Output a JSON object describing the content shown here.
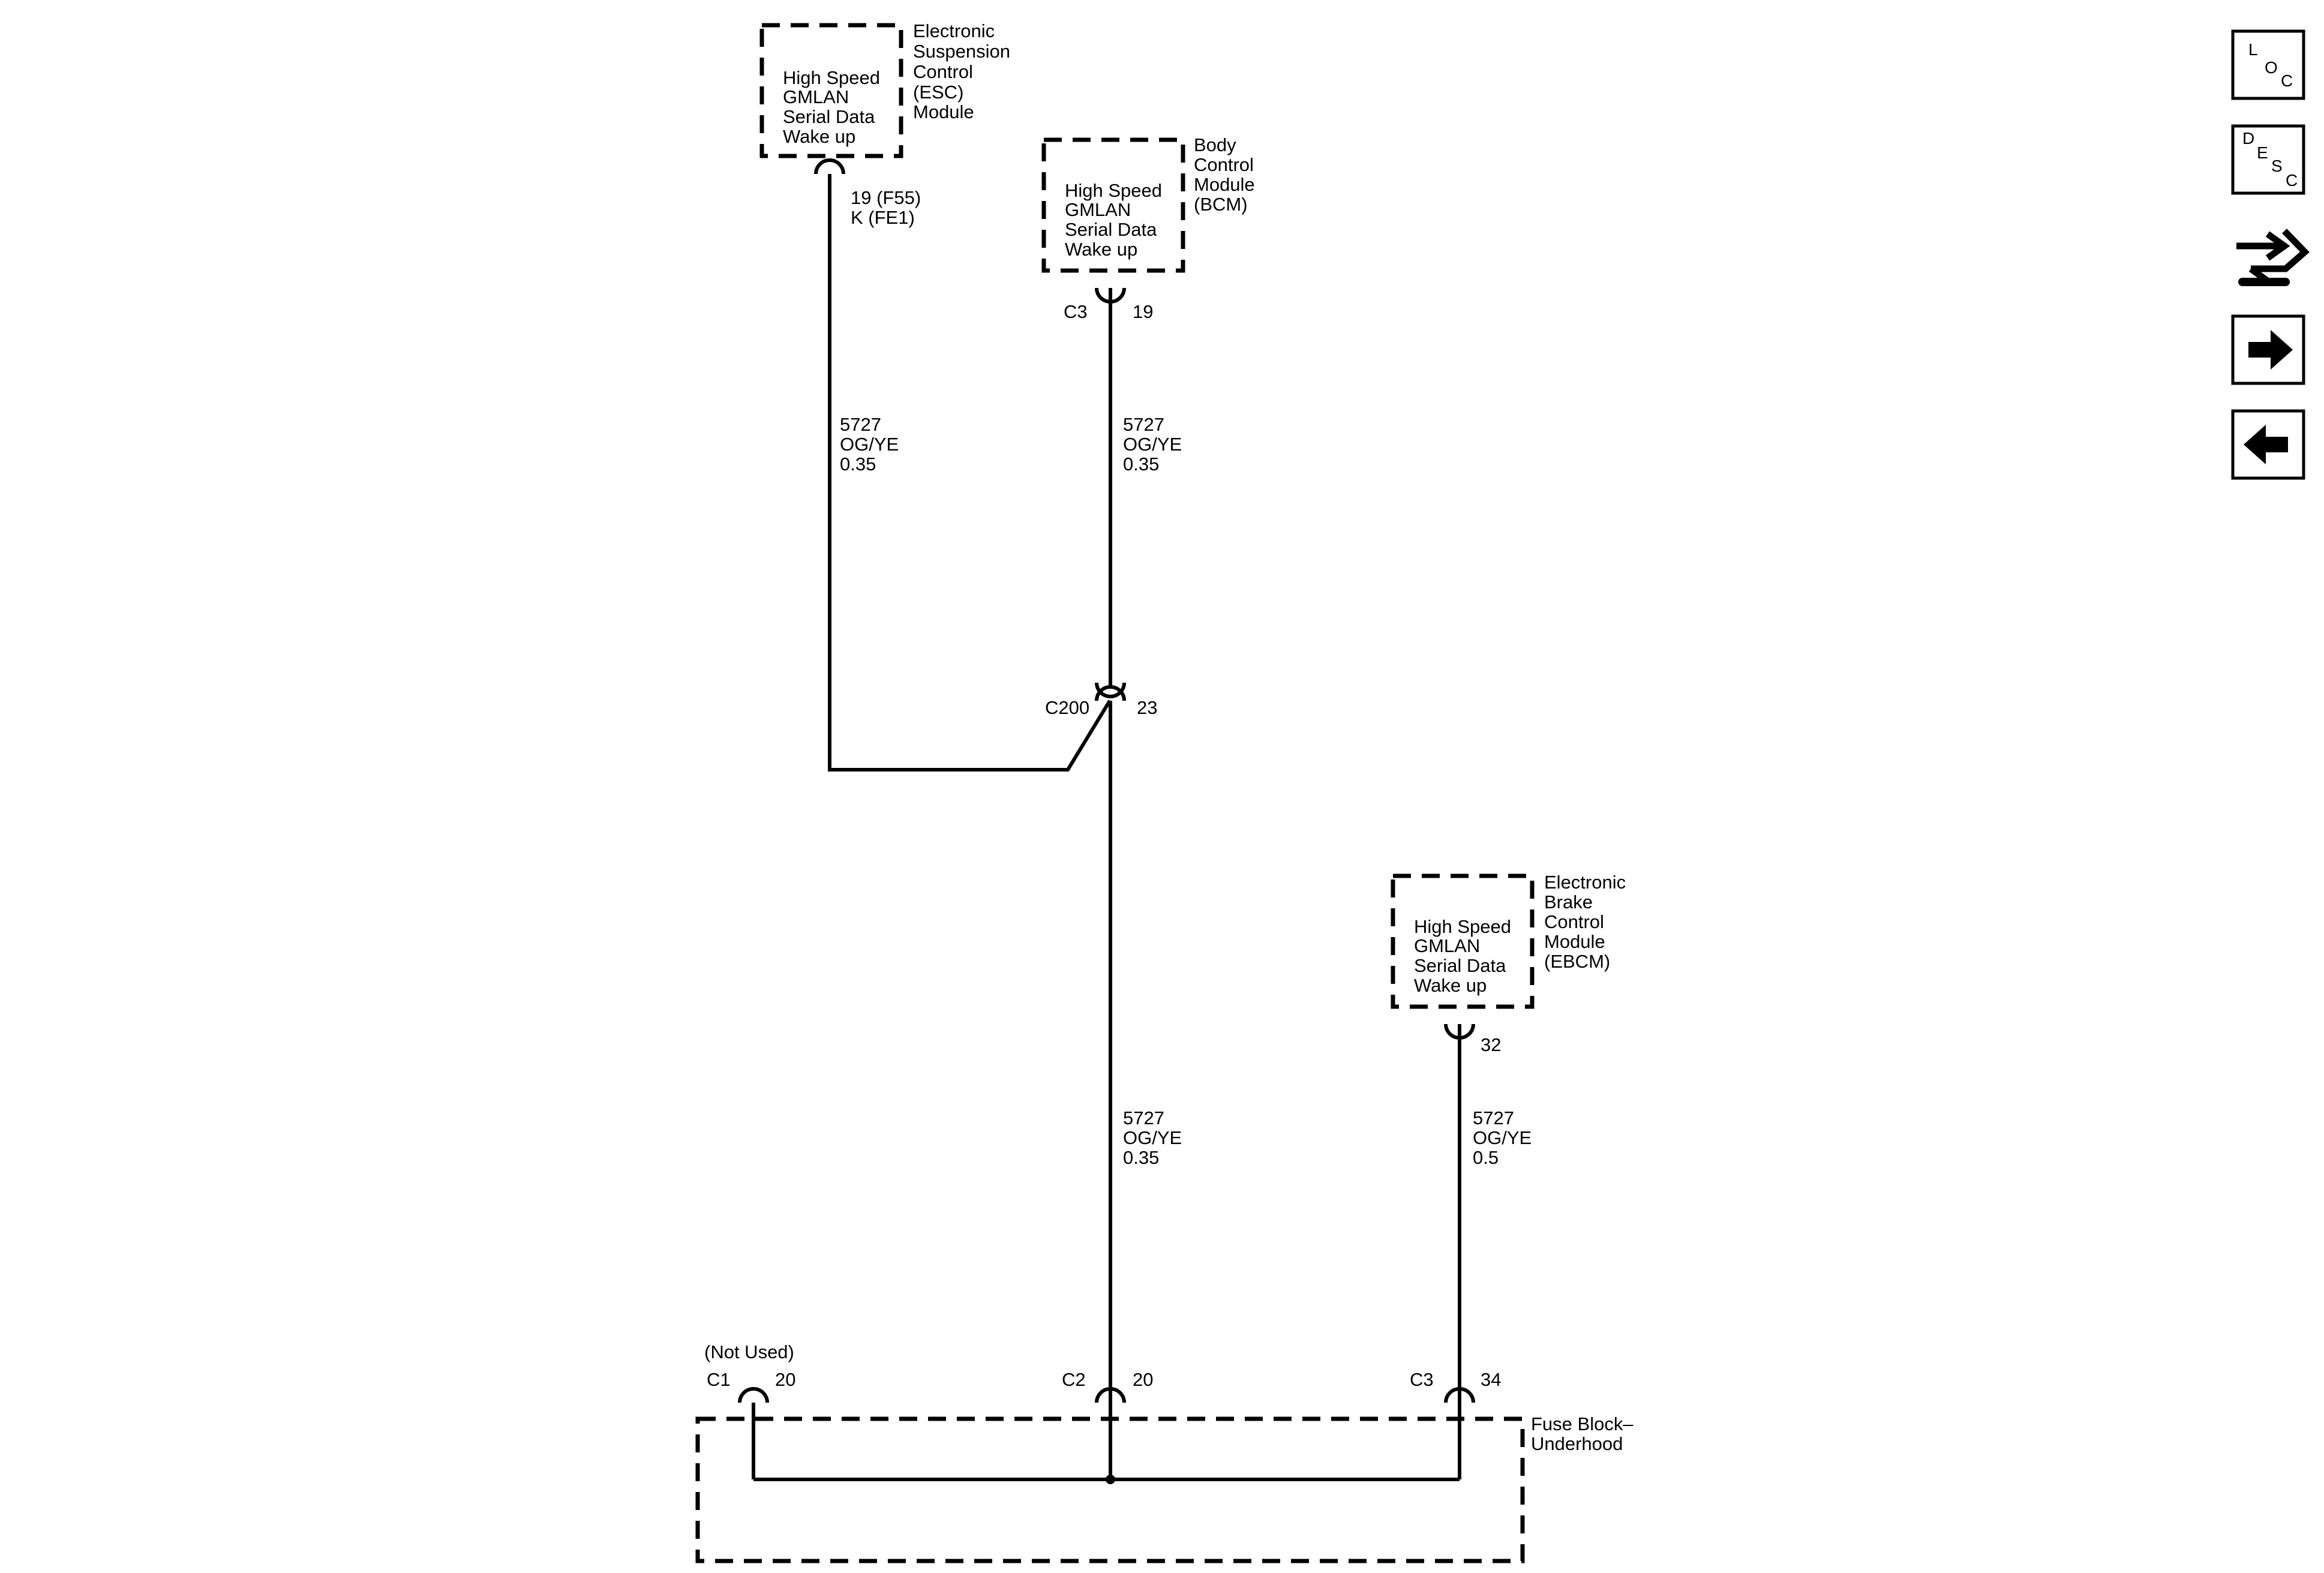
{
  "modules": {
    "esc": {
      "signal": [
        "High Speed",
        "GMLAN",
        "Serial Data",
        "Wake up"
      ],
      "name": [
        "Electronic",
        "Suspension",
        "Control",
        "(ESC)",
        "Module"
      ],
      "pin": [
        "19 (F55)",
        "K (FE1)"
      ]
    },
    "bcm": {
      "signal": [
        "High Speed",
        "GMLAN",
        "Serial Data",
        "Wake up"
      ],
      "name": [
        "Body",
        "Control",
        "Module",
        "(BCM)"
      ],
      "connector": "C3",
      "pin": "19"
    },
    "ebcm": {
      "signal": [
        "High Speed",
        "GMLAN",
        "Serial Data",
        "Wake up"
      ],
      "name": [
        "Electronic",
        "Brake",
        "Control",
        "Module",
        "(EBCM)"
      ],
      "pin": "32"
    }
  },
  "wires": {
    "esc_to_c200": [
      "5727",
      "OG/YE",
      "0.35"
    ],
    "bcm_to_c200": [
      "5727",
      "OG/YE",
      "0.35"
    ],
    "c200_to_fuse": [
      "5727",
      "OG/YE",
      "0.35"
    ],
    "ebcm_to_fuse": [
      "5727",
      "OG/YE",
      "0.5"
    ]
  },
  "inline_connector": {
    "name": "C200",
    "pin": "23"
  },
  "fuse_block": {
    "name": [
      "Fuse Block–",
      "Underhood"
    ],
    "c1": {
      "note": "(Not Used)",
      "connector": "C1",
      "pin": "20"
    },
    "c2": {
      "connector": "C2",
      "pin": "20"
    },
    "c3": {
      "connector": "C3",
      "pin": "34"
    }
  },
  "nav": {
    "loc": [
      "L",
      "O",
      "C"
    ],
    "desc": [
      "D",
      "E",
      "S",
      "C"
    ],
    "icons": [
      "connector-end-view-icon",
      "next-arrow-icon",
      "previous-arrow-icon"
    ]
  }
}
